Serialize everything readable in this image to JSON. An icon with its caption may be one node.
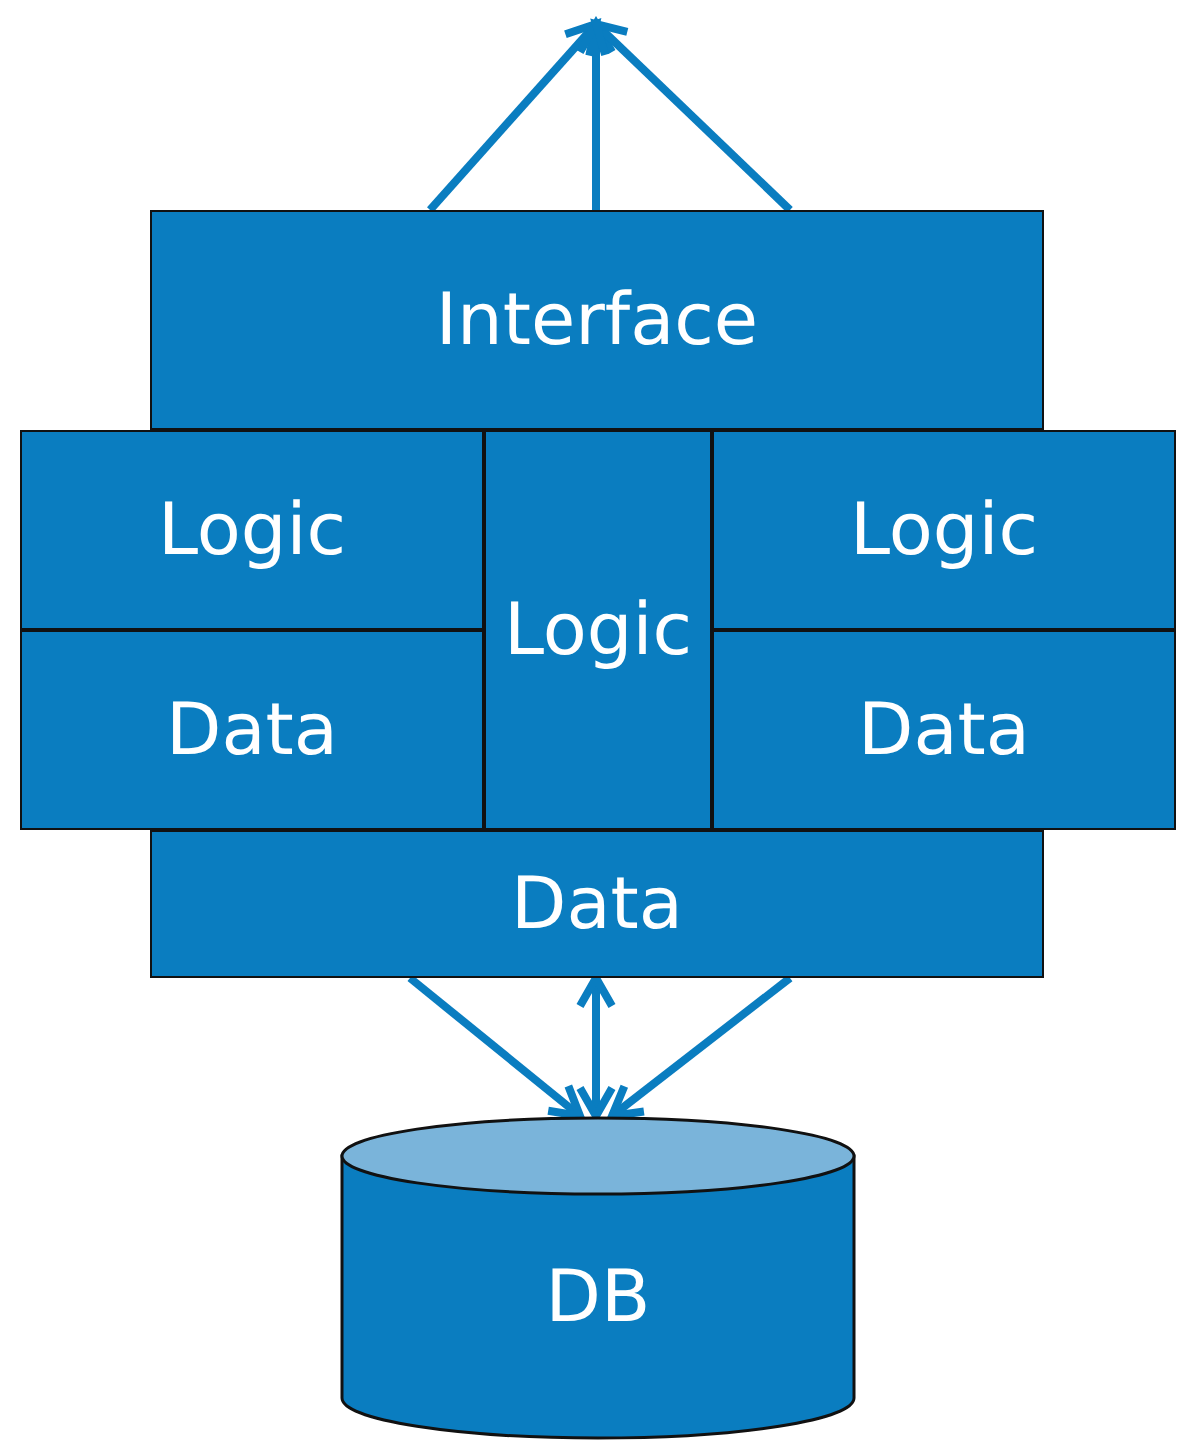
{
  "diagram": {
    "nodes": [
      {
        "text": [
          "Interface"
        ]
      },
      {
        "text": [
          "Logic"
        ]
      },
      {
        "text": [
          "Data"
        ]
      },
      {
        "text": [
          "Logic"
        ]
      },
      {
        "text": [
          "Data"
        ]
      },
      {
        "text": [
          "Logic"
        ]
      },
      {
        "text": [
          "Data"
        ]
      },
      {
        "text": [
          "DB"
        ]
      }
    ],
    "edges": [
      {
        "from": 0,
        "to": null,
        "arrow": "to"
      },
      {
        "from": 0,
        "to": null,
        "arrow": "to"
      },
      {
        "from": 0,
        "to": null,
        "arrow": "to"
      },
      {
        "from": 2,
        "to": 7,
        "arrow": "to"
      },
      {
        "from": 2,
        "to": 7,
        "arrow": "both"
      },
      {
        "from": 2,
        "to": 7,
        "arrow": "to"
      }
    ]
  }
}
